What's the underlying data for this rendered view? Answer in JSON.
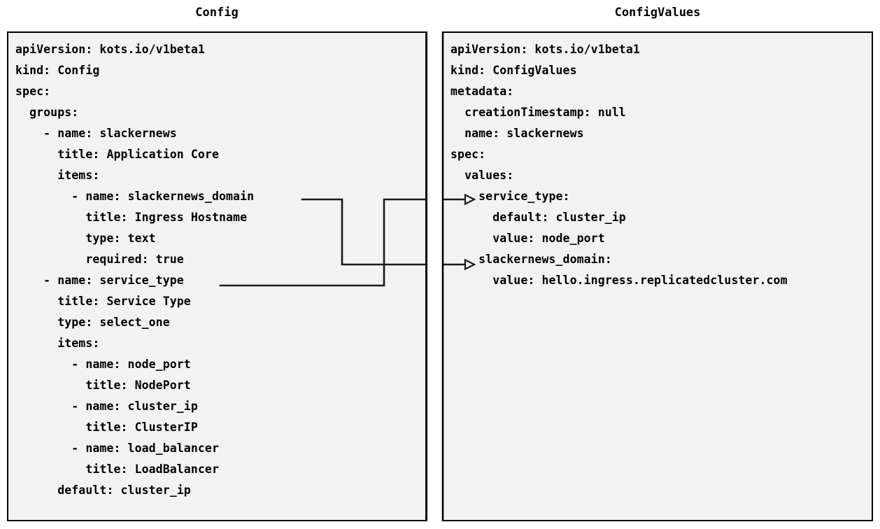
{
  "panels": {
    "config": {
      "title": "Config",
      "lines": [
        "apiVersion: kots.io/v1beta1",
        "kind: Config",
        "spec:",
        "  groups:",
        "    - name: slackernews",
        "      title: Application Core",
        "      items:",
        "        - name: slackernews_domain",
        "          title: Ingress Hostname",
        "          type: text",
        "          required: true",
        "    - name: service_type",
        "      title: Service Type",
        "      type: select_one",
        "      items:",
        "        - name: node_port",
        "          title: NodePort",
        "        - name: cluster_ip",
        "          title: ClusterIP",
        "        - name: load_balancer",
        "          title: LoadBalancer",
        "      default: cluster_ip"
      ]
    },
    "configvalues": {
      "title": "ConfigValues",
      "lines": [
        "apiVersion: kots.io/v1beta1",
        "kind: ConfigValues",
        "metadata:",
        "  creationTimestamp: null",
        "  name: slackernews",
        "spec:",
        "  values:",
        "    service_type:",
        "      default: cluster_ip",
        "      value: node_port",
        "    slackernews_domain:",
        "      value: hello.ingress.replicatedcluster.com"
      ]
    }
  },
  "connectors": [
    {
      "name": "slackernews-domain-link",
      "from_label": "slackernews_domain",
      "to_label": "slackernews_domain:",
      "arrow": "open-triangle-right"
    },
    {
      "name": "service-type-link",
      "from_label": "service_type",
      "to_label": "service_type:",
      "arrow": "open-triangle-right"
    }
  ],
  "colors": {
    "panel_background": "#f2f2f2",
    "panel_border": "#000000",
    "page_background": "#ffffff",
    "text": "#000000",
    "connector": "#1a1a1a"
  }
}
